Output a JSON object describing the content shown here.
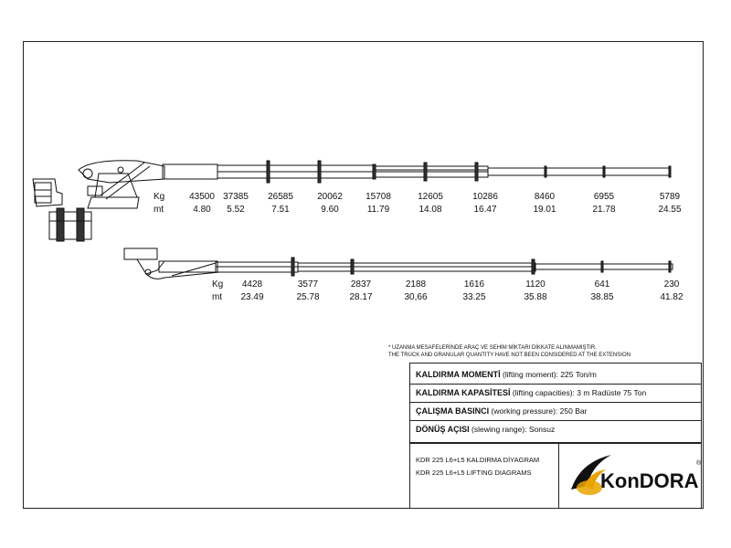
{
  "crane_diagram_1": {
    "kg_label": "Kg",
    "mt_label": "mt",
    "kg_values": [
      "43500",
      "37385",
      "26585",
      "20062",
      "15708",
      "12605",
      "10286",
      "8460",
      "6955",
      "5789"
    ],
    "mt_values": [
      "4.80",
      "5.52",
      "7.51",
      "9.60",
      "11.79",
      "14.08",
      "16.47",
      "19.01",
      "21.78",
      "24.55"
    ]
  },
  "crane_diagram_2": {
    "kg_label": "Kg",
    "mt_label": "mt",
    "kg_values": [
      "4428",
      "3577",
      "2837",
      "2188",
      "1616",
      "1120",
      "641",
      "230"
    ],
    "mt_values": [
      "23.49",
      "25.78",
      "28.17",
      "30,66",
      "33.25",
      "35.88",
      "38.85",
      "41.82"
    ]
  },
  "notes": {
    "tr": "* UZANMA MESAFELERİNDE ARAÇ VE SEHİM MİKTARI DİKKATE ALINMAMIŞTIR.",
    "en": "THE TRUCK AND GRANULAR QUANTITY HAVE NOT BEEN CONSIDERED AT THE EXTENSION"
  },
  "specs": {
    "lifting_moment_label": "KALDIRMA MOMENTİ",
    "lifting_moment_value": "(lifting moment): 225 Ton/m",
    "lifting_capacity_label": "KALDIRMA KAPASİTESİ",
    "lifting_capacity_value": "(lifting capacities): 3 m Radüste 75 Ton",
    "working_pressure_label": "ÇALIŞMA BASINCI",
    "working_pressure_value": "(working pressure): 250 Bar",
    "slewing_label": "DÖNÜŞ AÇISI",
    "slewing_value": "(slewing range): Sonsuz"
  },
  "title_block": {
    "line1": "KDR 225 L6+L5 KALDIRMA DİYAGRAM",
    "line2": "KDR 225 L6+L5 LIFTING DIAGRAMS",
    "logo_text": "KonDORA",
    "logo_reg": "®"
  }
}
